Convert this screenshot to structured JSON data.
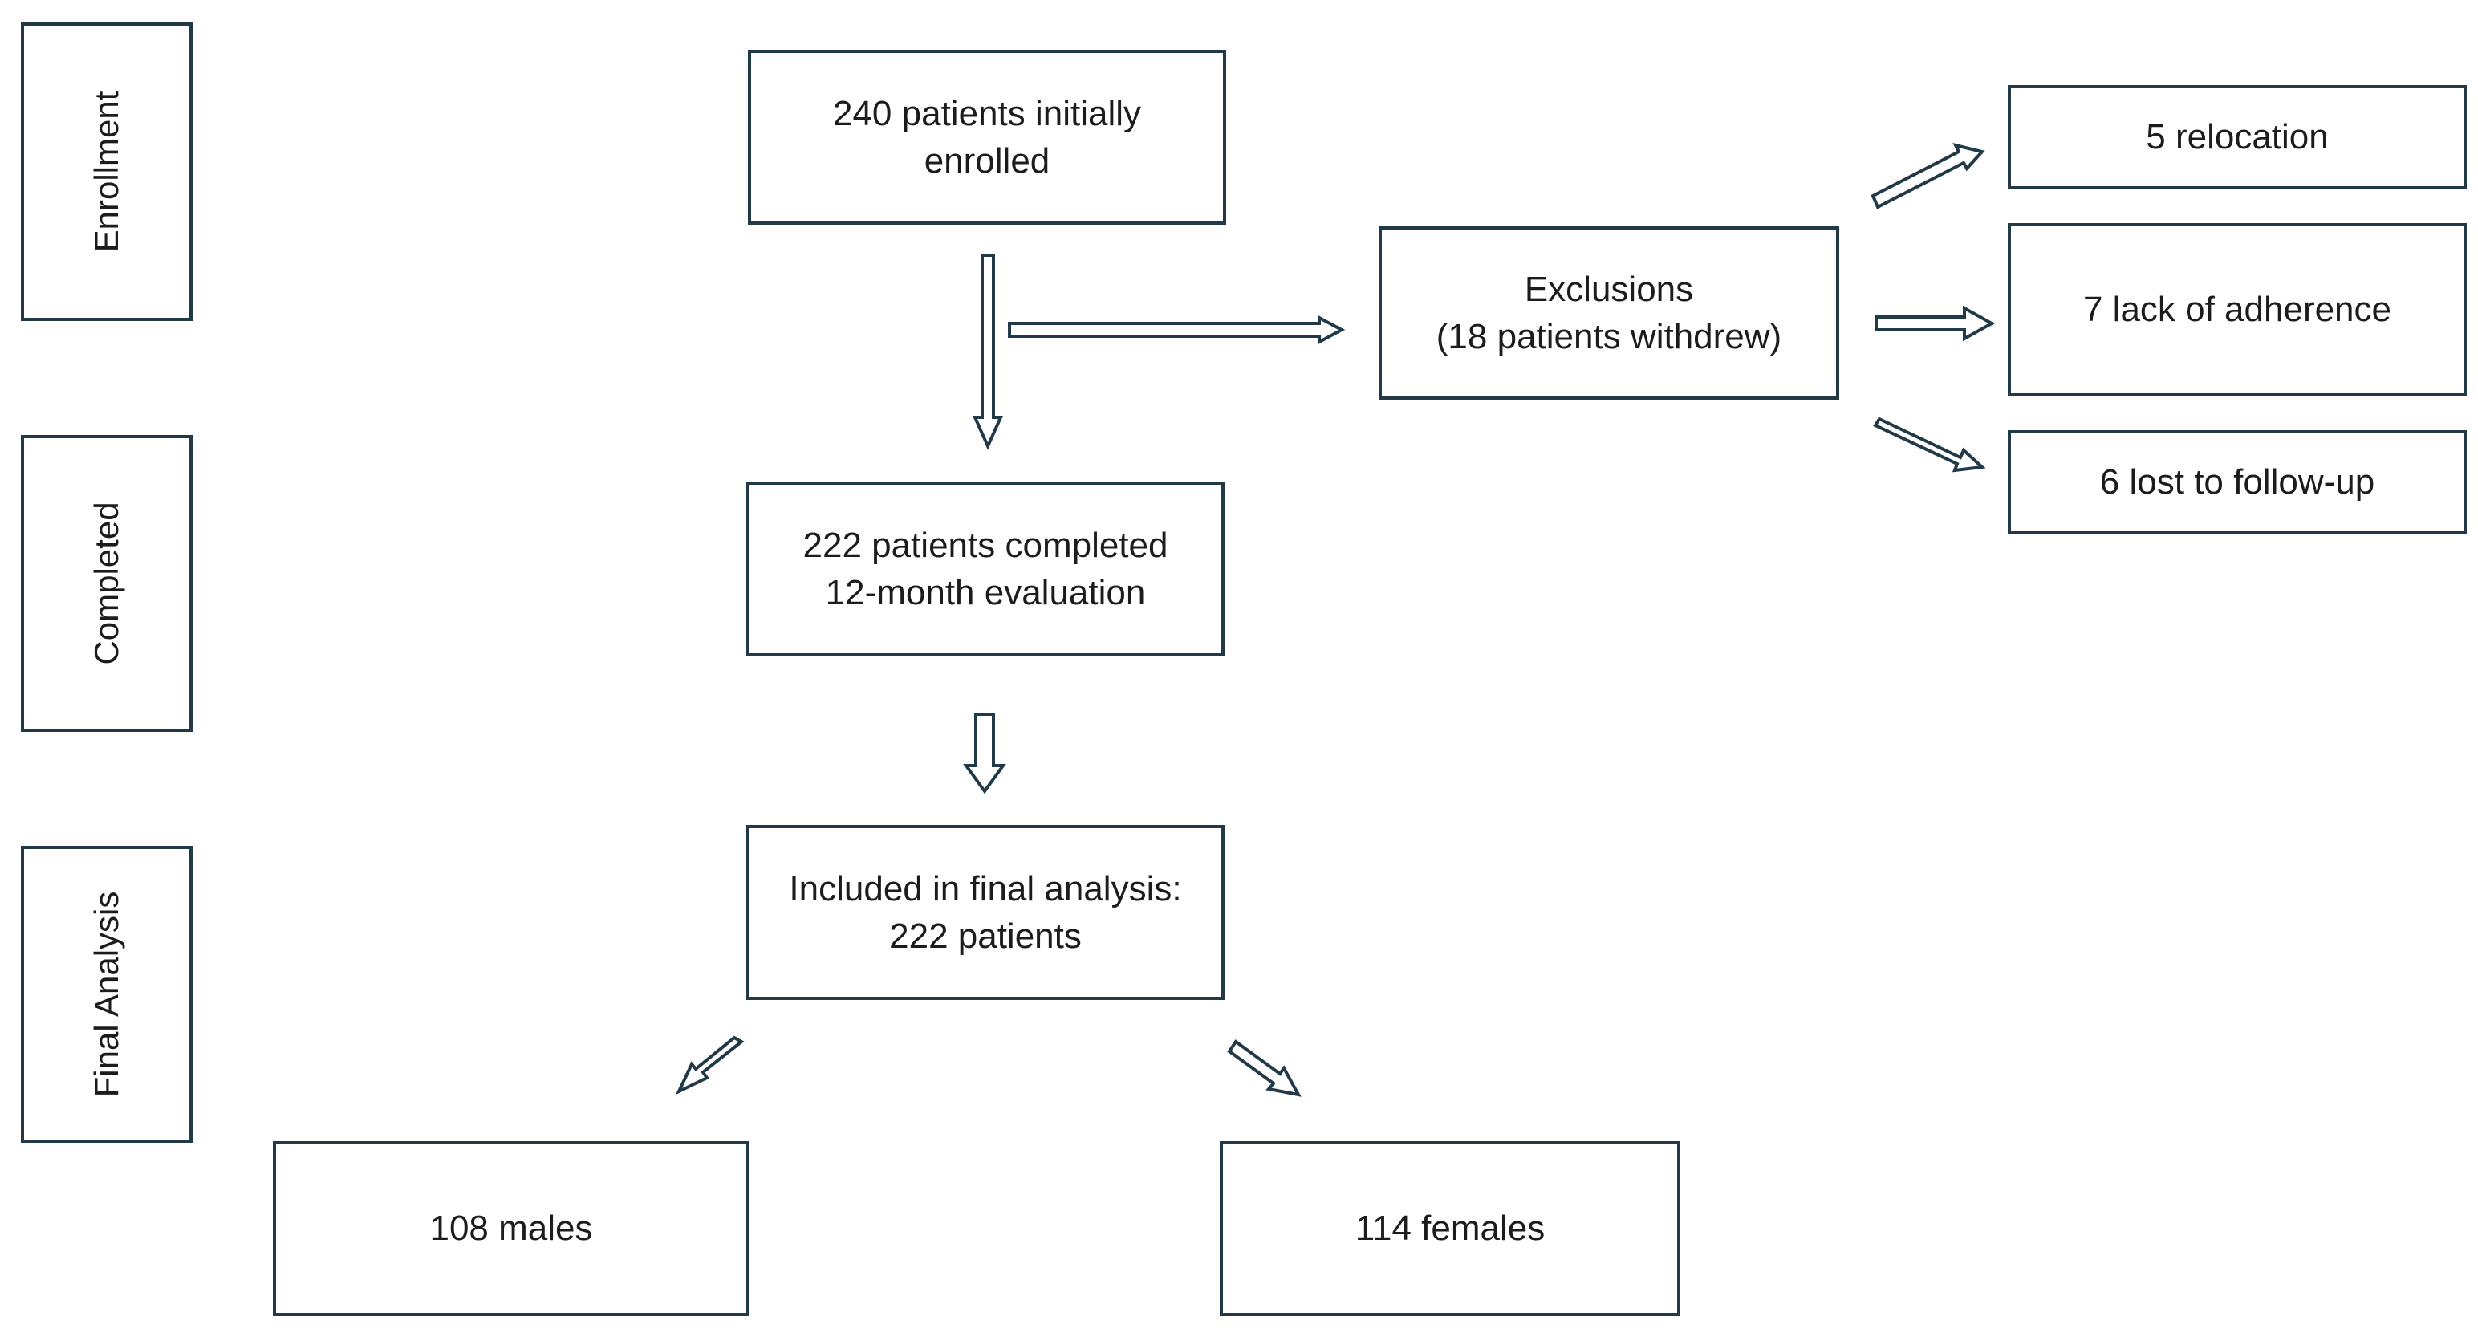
{
  "stages": {
    "enrollment": "Enrollment",
    "completed": "Completed",
    "final_analysis": "Final Analysis"
  },
  "boxes": {
    "enrolled": {
      "line1": "240 patients initially",
      "line2": "enrolled"
    },
    "exclusions": {
      "line1": "Exclusions",
      "line2": "(18 patients withdrew)"
    },
    "relocation": "5 relocation",
    "adherence": "7 lack of adherence",
    "lost": "6 lost to follow-up",
    "completed": {
      "line1": "222 patients completed",
      "line2": "12-month evaluation"
    },
    "included": {
      "line1": "Included in final analysis:",
      "line2": "222 patients"
    },
    "males": "108 males",
    "females": "114 females"
  },
  "colors": {
    "border": "#223a48",
    "arrow": "#223a48"
  }
}
